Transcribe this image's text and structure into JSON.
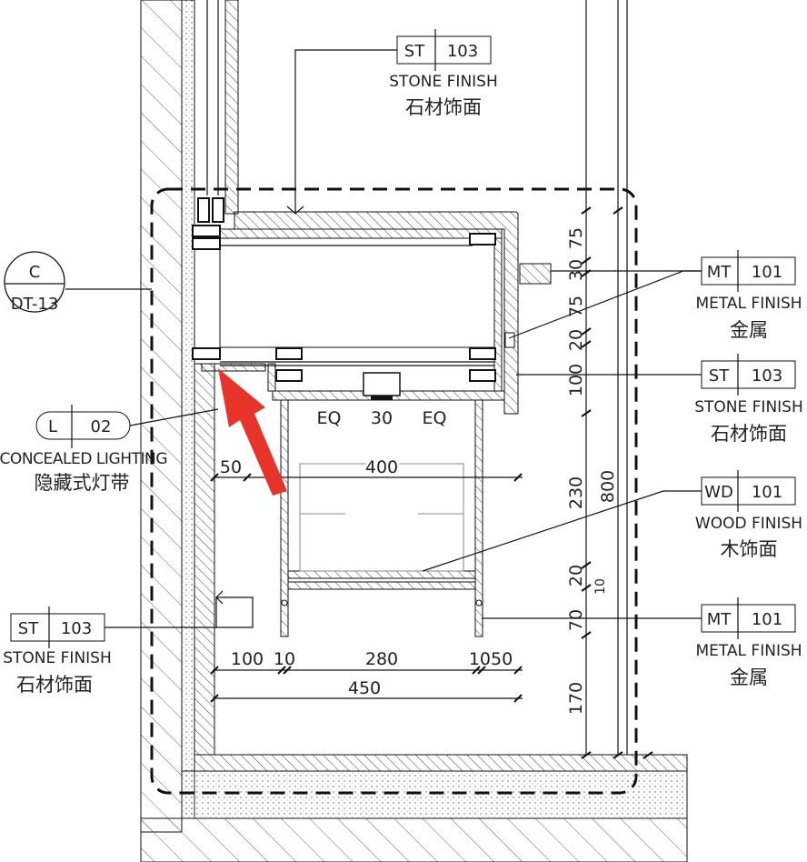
{
  "drawing": {
    "section_marker": {
      "letter": "C",
      "sheet": "DT-13"
    },
    "tags": {
      "top_stone": {
        "code": "ST",
        "num": "103",
        "en": "STONE FINISH",
        "cn": "石材饰面"
      },
      "left_light": {
        "code": "L",
        "num": "02",
        "en": "CONCEALED LIGHTING",
        "cn": "隐藏式灯带"
      },
      "left_stone": {
        "code": "ST",
        "num": "103",
        "en": "STONE FINISH",
        "cn": "石材饰面"
      },
      "right_metal_1": {
        "code": "MT",
        "num": "101",
        "en": "METAL FINISH",
        "cn": "金属"
      },
      "right_stone": {
        "code": "ST",
        "num": "103",
        "en": "STONE FINISH",
        "cn": "石材饰面"
      },
      "right_wood": {
        "code": "WD",
        "num": "101",
        "en": "WOOD FINISH",
        "cn": "木饰面"
      },
      "right_metal_2": {
        "code": "MT",
        "num": "101",
        "en": "METAL FINISH",
        "cn": "金属"
      }
    },
    "vertical_dims": [
      "75",
      "30",
      "75",
      "20",
      "100",
      "230",
      "800",
      "20",
      "10",
      "70",
      "170"
    ],
    "horizontal_dims": {
      "eq_left": "EQ",
      "mid": "30",
      "eq_right": "EQ",
      "d50": "50",
      "d400": "400",
      "d100": "100",
      "d10": "10",
      "d280": "280",
      "d1050": "1050",
      "d450": "450"
    },
    "colors": {
      "line": "#111111",
      "arrow": "#e8332a",
      "hatch": "#555555"
    }
  }
}
